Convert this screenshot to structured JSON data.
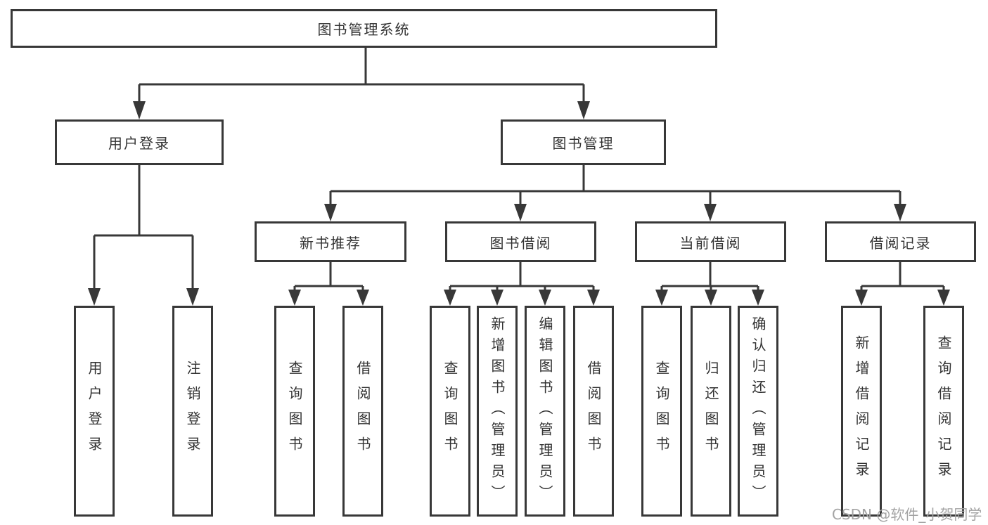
{
  "tree": {
    "root": {
      "label": "图书管理系统"
    },
    "branches": [
      {
        "label": "用户登录",
        "leaves": [
          {
            "label": "用户登录"
          },
          {
            "label": "注销登录"
          }
        ]
      },
      {
        "label": "图书管理",
        "sections": [
          {
            "label": "新书推荐",
            "leaves": [
              {
                "label": "查询图书"
              },
              {
                "label": "借阅图书"
              }
            ]
          },
          {
            "label": "图书借阅",
            "leaves": [
              {
                "label": "查询图书"
              },
              {
                "label": "新增图书（管理员）"
              },
              {
                "label": "编辑图书（管理员）"
              },
              {
                "label": "借阅图书"
              }
            ]
          },
          {
            "label": "当前借阅",
            "leaves": [
              {
                "label": "查询图书"
              },
              {
                "label": "归还图书"
              },
              {
                "label": "确认归还（管理员）"
              }
            ]
          },
          {
            "label": "借阅记录",
            "leaves": [
              {
                "label": "新增借阅记录"
              },
              {
                "label": "查询借阅记录"
              }
            ]
          }
        ]
      }
    ]
  },
  "watermark": "CSDN @软件_小贺同学",
  "colors": {
    "line": "#383838",
    "text": "#333333",
    "watermark": "#a3a3a3",
    "background": "#ffffff"
  }
}
